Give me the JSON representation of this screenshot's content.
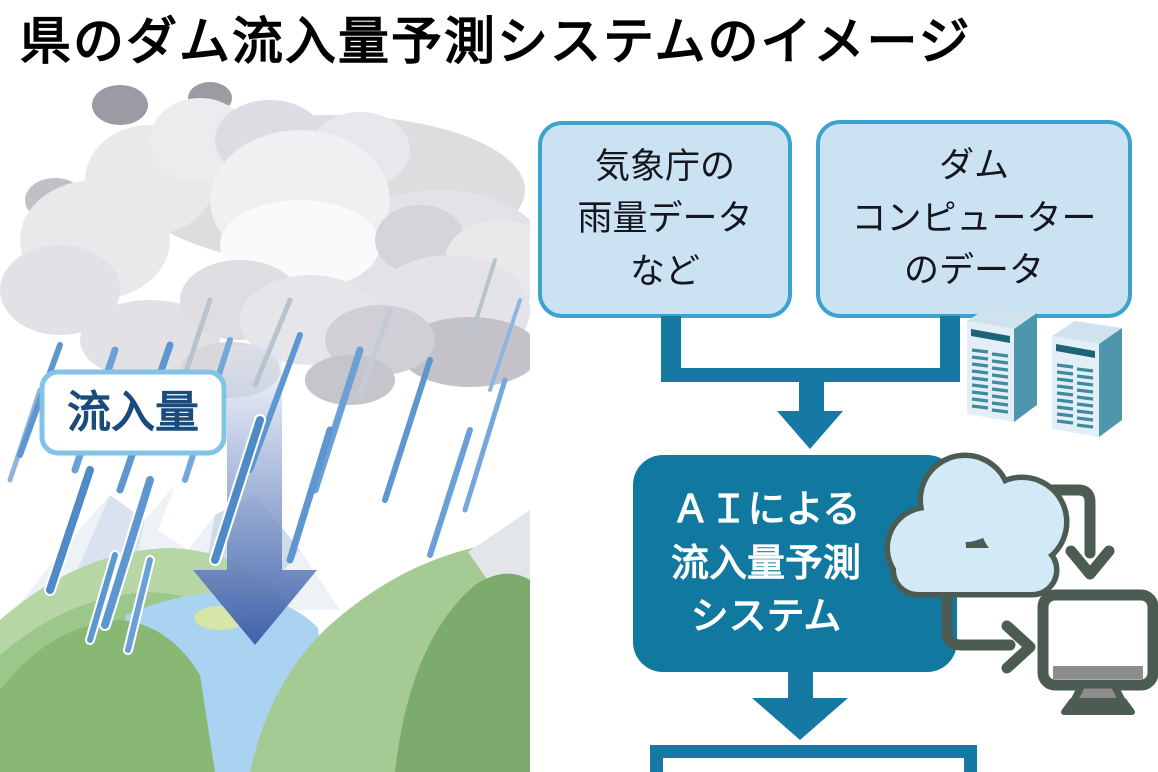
{
  "title": "県のダム流入量予測システムのイメージ",
  "illustration": {
    "inflow_label": "流入量"
  },
  "flowchart": {
    "source_box_left": {
      "lines": [
        "気象庁の",
        "雨量データ",
        "など"
      ]
    },
    "source_box_right": {
      "lines": [
        "ダム",
        "コンピューター",
        "のデータ"
      ]
    },
    "ai_box": {
      "lines": [
        "ＡＩによる",
        "流入量予測",
        "システム"
      ]
    },
    "icons": {
      "servers": "server-towers-icon",
      "cloud": "cloud-icon",
      "monitor": "monitor-icon",
      "connectors": "flow-arrow-icon"
    }
  },
  "colors": {
    "title_color": "#000000",
    "text_dark": "#15151f",
    "flow_teal": "#1579a4",
    "source_box_fill": "#cbe2f2",
    "source_box_border": "#3ba3cd",
    "ai_box_fill": "#11789f",
    "label_border": "#82c3e6",
    "label_text": "#1a4b7d",
    "icon_outline": "#4d5c52",
    "icon_cloud_fill": "#d2eaf8",
    "inflow_arrow_blue": "#3a5ba6",
    "rain_blue": "#5e96cf",
    "river_blue": "#a9d3f0",
    "hill_green": "#9cc78b"
  }
}
